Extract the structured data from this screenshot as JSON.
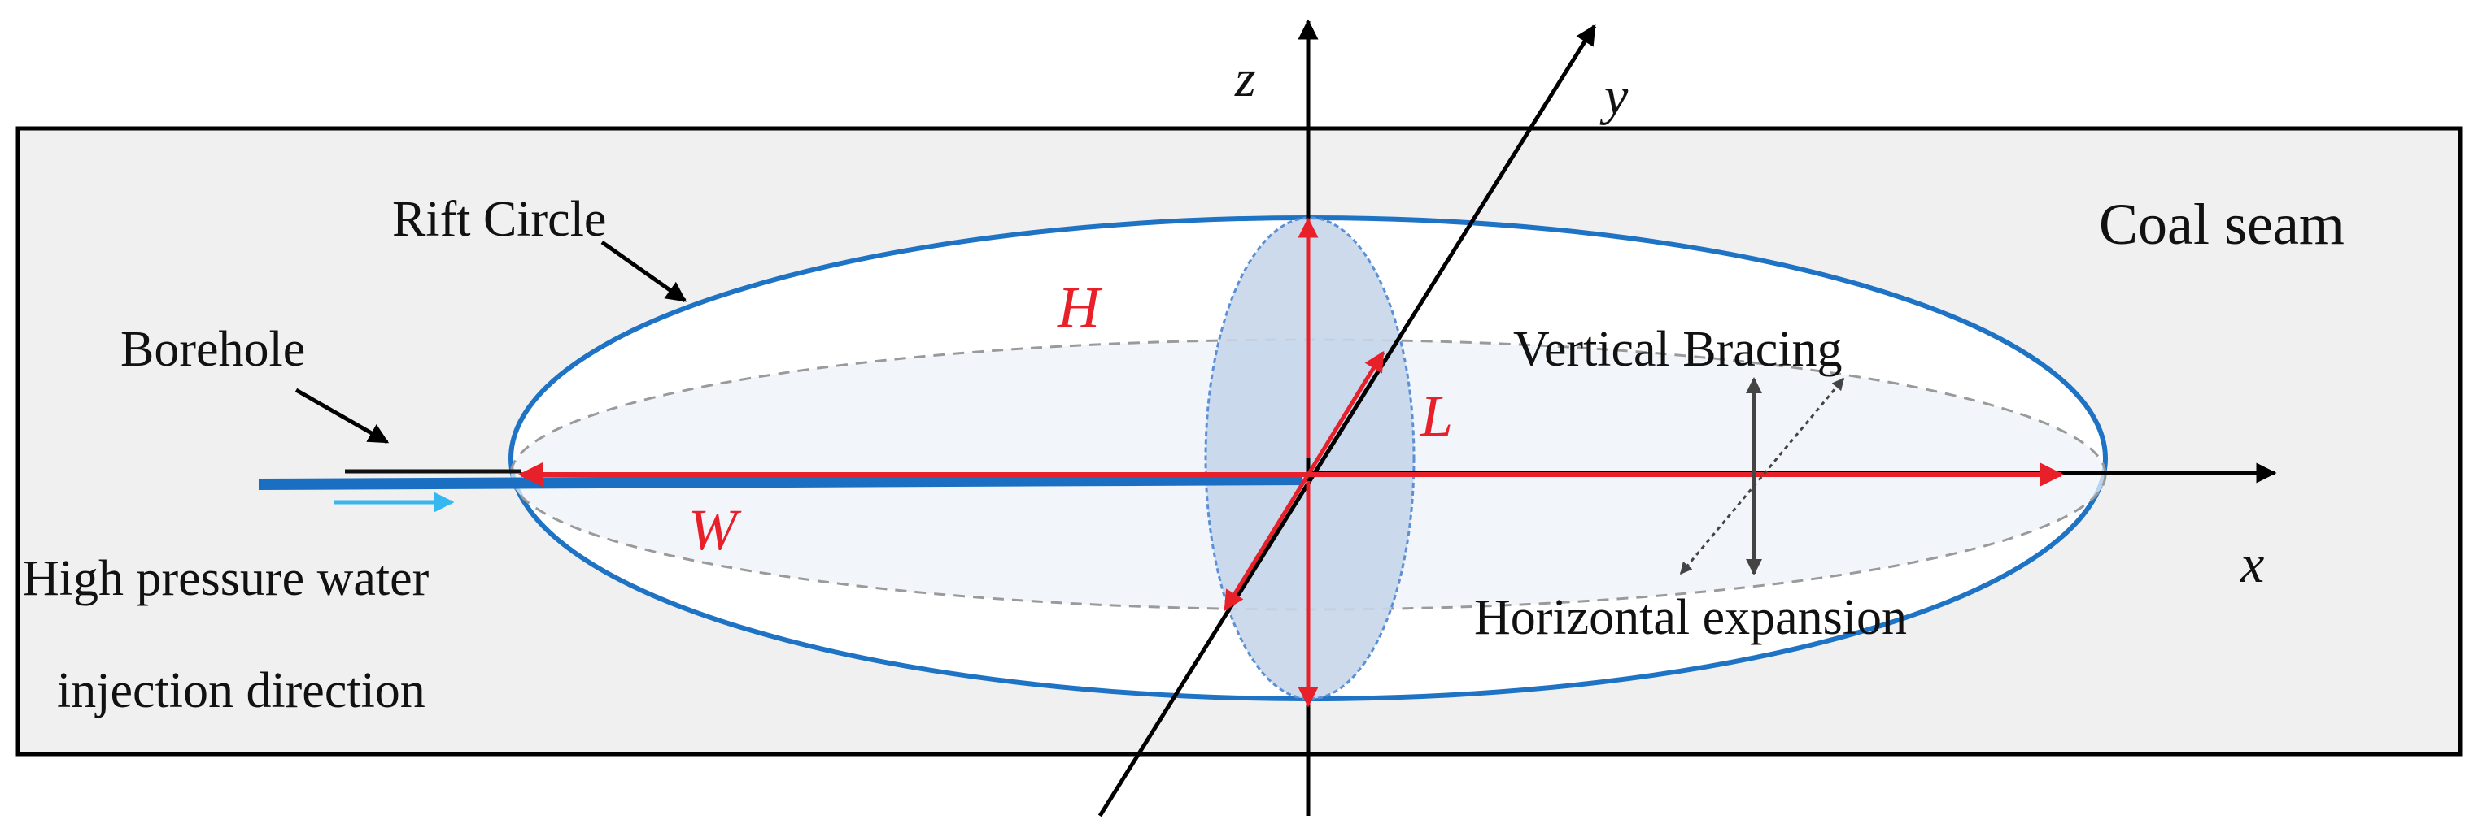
{
  "labels": {
    "coal_seam": "Coal seam",
    "rift_circle": "Rift Circle",
    "borehole": "Borehole",
    "water_line1": "High pressure water",
    "water_line2": "injection direction",
    "vertical_bracing": "Vertical Bracing",
    "horizontal_expansion": "Horizontal expansion",
    "dim_h": "H",
    "dim_l": "L",
    "dim_w": "W",
    "axis_x": "x",
    "axis_y": "y",
    "axis_z": "z"
  },
  "colors": {
    "seam_fill": "#f0f0f0",
    "ellipse_stroke": "#1f73c4",
    "dimension_red": "#e8202a",
    "cross_section_fill": "#c7d6ea",
    "borehole_blue": "#1a6fc2",
    "water_arrow": "#35b7f0",
    "axis_black": "#000000"
  }
}
